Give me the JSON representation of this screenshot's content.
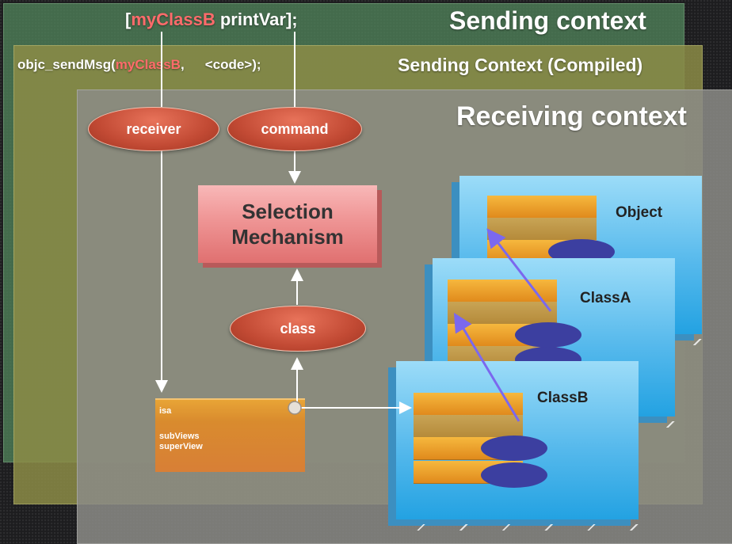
{
  "code_line": {
    "open": "[",
    "receiver": "myClassB",
    "rest": " printVar];"
  },
  "sending_context_label": "Sending context",
  "compiled_line": {
    "prefix": "objc_sendMsg(",
    "receiver": "myClassB",
    "sep": ",",
    "code": "<code>);"
  },
  "compiled_context_label": "Sending Context (Compiled)",
  "receiving_context_label": "Receiving context",
  "ovals": {
    "receiver": "receiver",
    "command": "command",
    "class": "class"
  },
  "selection": {
    "line1": "Selection",
    "line2": "Mechanism"
  },
  "classes": {
    "object": "Object",
    "classA": "ClassA",
    "classB": "ClassB"
  },
  "instance": {
    "isa": "isa",
    "subviews": "subViews",
    "superview": "superView"
  },
  "colors": {
    "highlight": "#ff6b6b",
    "wire": "#ffffff",
    "inherit_arrow": "#7b68ee"
  }
}
